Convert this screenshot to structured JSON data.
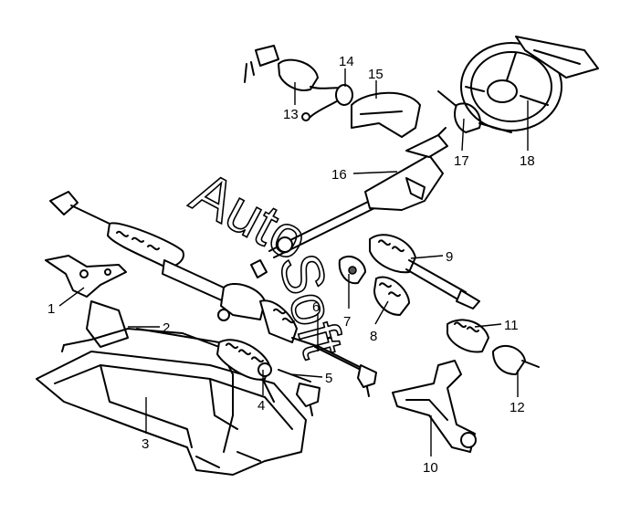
{
  "watermark": {
    "line1": "Auto",
    "line2": "Soft"
  },
  "callouts": [
    "1",
    "2",
    "3",
    "4",
    "5",
    "6",
    "7",
    "8",
    "9",
    "10",
    "11",
    "12",
    "13",
    "14",
    "15",
    "16",
    "17",
    "18"
  ],
  "colors": {
    "ink": "#000000",
    "background": "#ffffff",
    "shade": "#d9d9d9"
  }
}
